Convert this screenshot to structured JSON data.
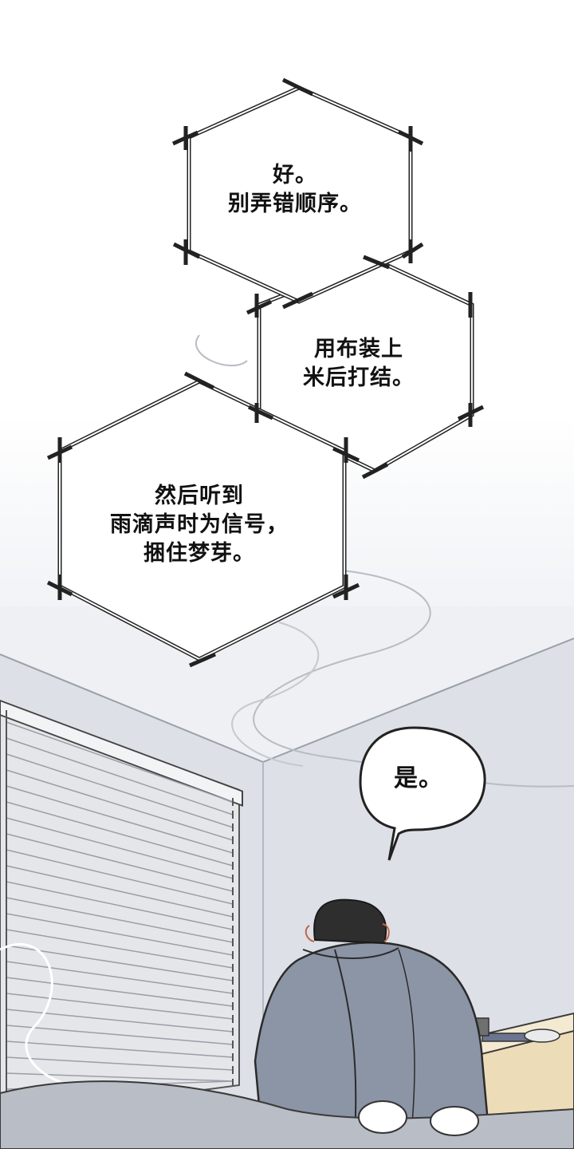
{
  "captions": {
    "hex1": {
      "lines": [
        "好。",
        "别弄错顺序。"
      ]
    },
    "hex2": {
      "lines": [
        "用布装上",
        "米后打结。"
      ]
    },
    "hex3": {
      "lines": [
        "然后听到",
        "雨滴声时为信号，",
        "捆住梦芽。"
      ]
    }
  },
  "speech": {
    "text": "是。"
  },
  "scene": {
    "wall_color": "#dfe2e8",
    "shirt_color": "#8c95a6",
    "hair_color": "#2e2e2e",
    "blind_color": "#e4e6ea",
    "desk_color": "#eddcb8"
  }
}
